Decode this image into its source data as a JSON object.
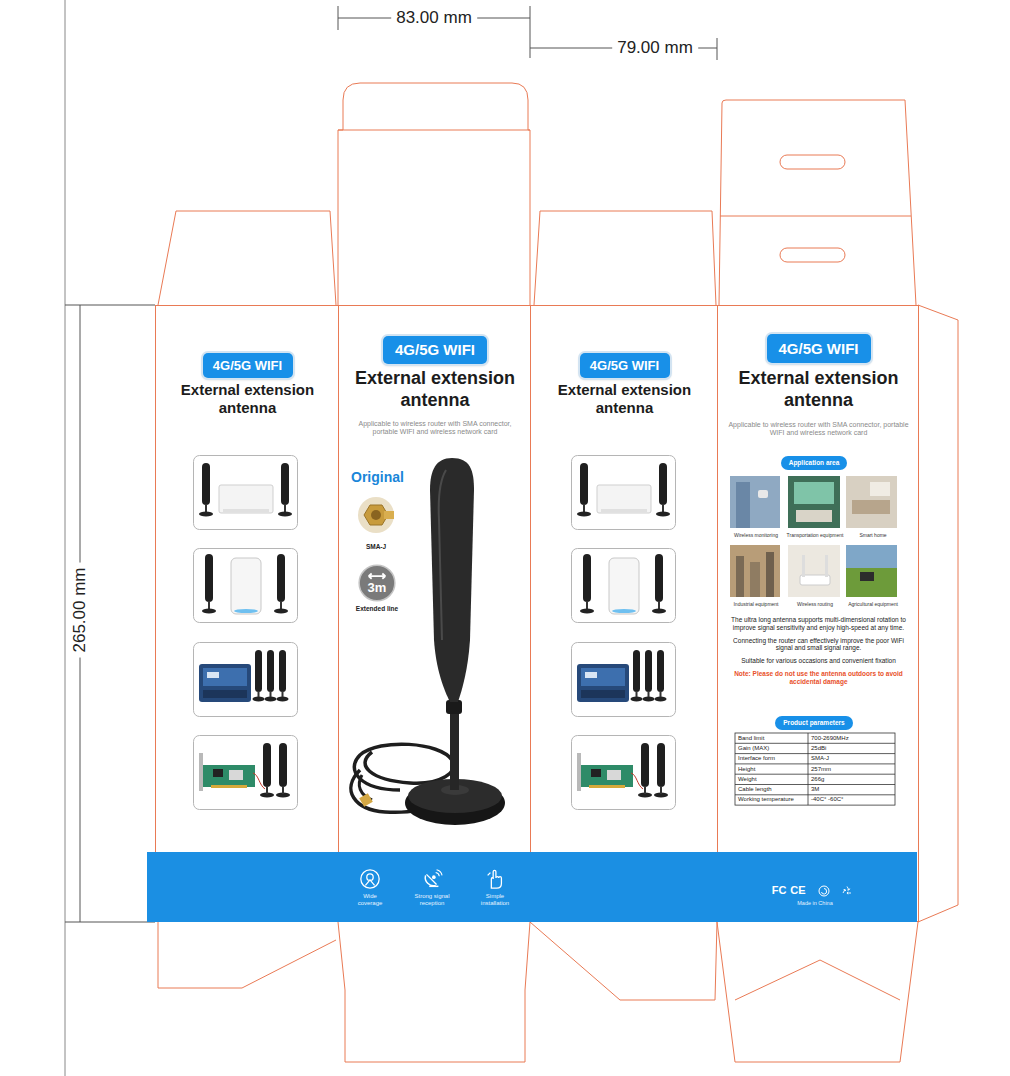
{
  "diagram": {
    "nodes": [
      {
        "text": [
          "External extension antenna"
        ]
      },
      {
        "text": [
          "4G/5G WIFI"
        ],
        "in": 0
      },
      {
        "text": [
          "External extension antenna",
          "Applicable to wireless router with SMA connector, portable WIFI and wireless network card",
          "Original",
          "SMA-J",
          "Extended line"
        ]
      },
      {
        "text": [
          "4G/5G WIFI"
        ],
        "in": 2
      },
      {
        "text": [
          "3m"
        ],
        "in": 2
      },
      {
        "text": [
          "External extension antenna"
        ]
      },
      {
        "text": [
          "4G/5G WIFI"
        ],
        "in": 5
      },
      {
        "text": [
          "External extension antenna",
          "Applicable to wireless router with SMA connector, portable WIFI and wireless network card",
          "Wireless monitoring",
          "Transportation equipment",
          "Smart home",
          "Industrial equipment",
          "Wireless routing",
          "Agricultural equipment",
          "The ultra long antenna supports multi-dimensional rotation to improve signal sensitivity and enjoy high-speed at any time.",
          "Connecting the router can effectively improve the poor WiFi signal and small signal range.",
          "Suitable for various occasions and convenient fixation",
          "Note: Please do not use the antenna outdoors to avoid accidental damage"
        ]
      },
      {
        "text": [
          "4G/5G WIFI"
        ],
        "in": 7
      },
      {
        "text": [
          "Application area"
        ],
        "in": 7
      },
      {
        "text": [
          "Product parameters"
        ],
        "in": 7
      },
      {
        "text": [
          "Wide coverage",
          "Strong signal reception",
          "Simple installation",
          "Made in China"
        ]
      }
    ],
    "labels": [
      "83.00 mm",
      "79.00 mm",
      "265.00 mm",
      "Band limit",
      "700-2690MHz",
      "Gain (MAX)",
      "25dBi",
      "Interface form",
      "SMA-J",
      "Height",
      "257mm",
      "Weight",
      "266g",
      "Cable length",
      "3M",
      "Working temperature",
      "-40C° -60C°",
      "FC",
      "CE"
    ]
  }
}
